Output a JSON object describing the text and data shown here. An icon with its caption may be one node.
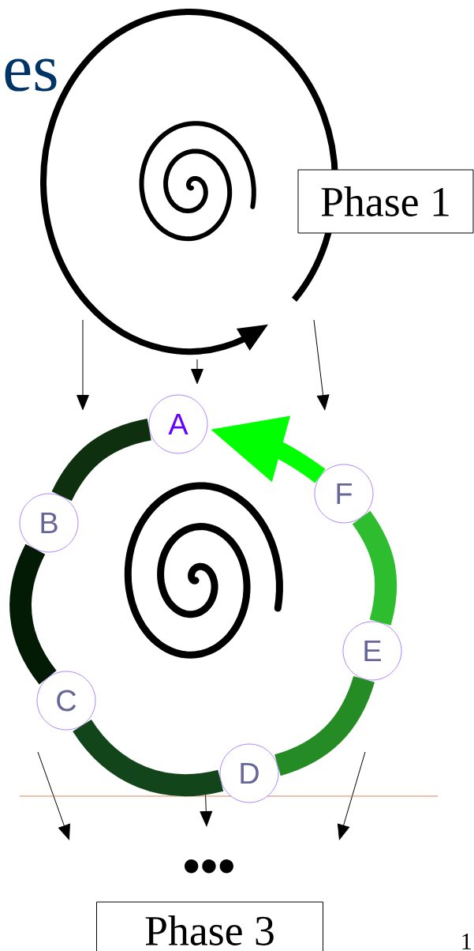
{
  "diagram": {
    "title": "es",
    "nodes": [
      {
        "text": [
          "Phase 1"
        ]
      },
      {
        "text": [
          "A"
        ]
      },
      {
        "text": [
          "B"
        ]
      },
      {
        "text": [
          "C"
        ]
      },
      {
        "text": [
          "D"
        ]
      },
      {
        "text": [
          "E"
        ]
      },
      {
        "text": [
          "F"
        ]
      },
      {
        "text": [
          "Phase 3"
        ]
      }
    ],
    "edges": [
      {
        "from": 1,
        "to": 2,
        "arrow": "none",
        "color": "#0e300f"
      },
      {
        "from": 2,
        "to": 3,
        "arrow": "none",
        "color": "#031a05"
      },
      {
        "from": 3,
        "to": 4,
        "arrow": "none",
        "color": "#13451a"
      },
      {
        "from": 4,
        "to": 5,
        "arrow": "none",
        "color": "#258c25"
      },
      {
        "from": 5,
        "to": 6,
        "arrow": "none",
        "color": "#2ebd2e"
      },
      {
        "from": 6,
        "to": 1,
        "arrow": "to",
        "color": "#00ff00"
      }
    ],
    "labels": [
      "•••",
      "1"
    ]
  }
}
